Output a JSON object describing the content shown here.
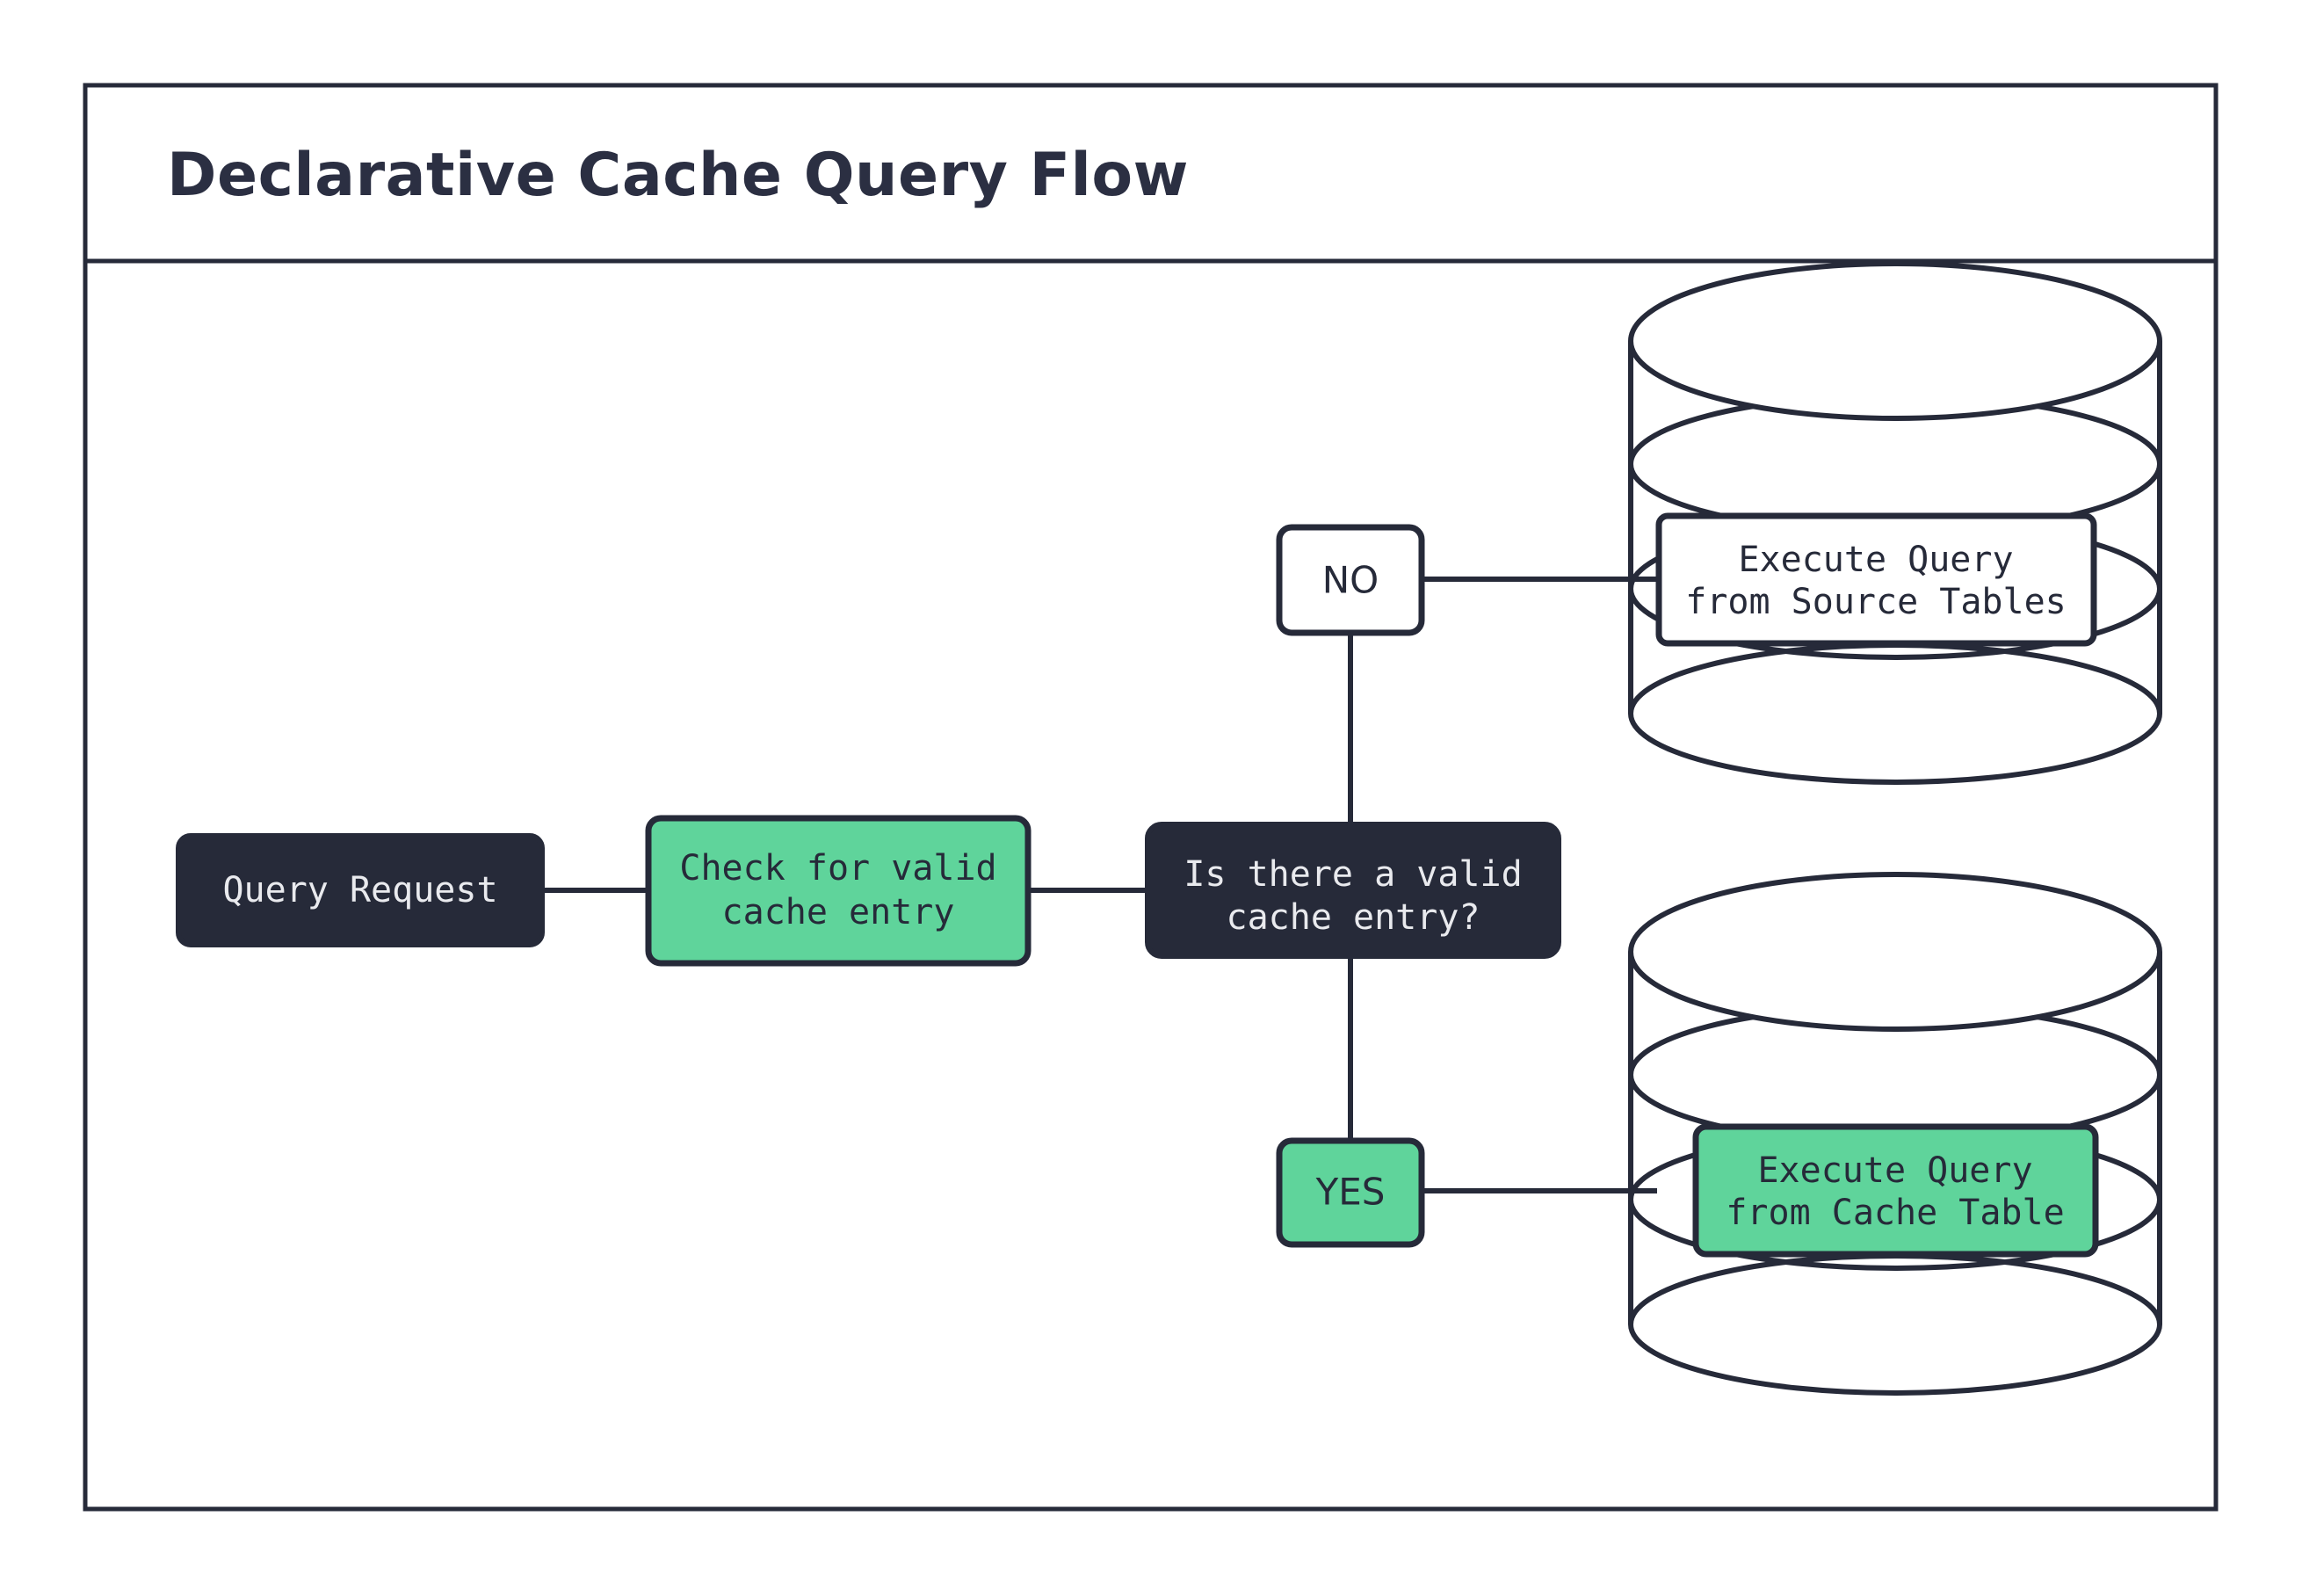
{
  "diagram": {
    "title": "Declarative Cache Query Flow",
    "background_color": "#ffffff",
    "border_color": "#262A39",
    "accent_green": "#5FD49B",
    "accent_dark": "#262A39",
    "nodes": {
      "query_request": {
        "label": "Query Request",
        "style": "dark"
      },
      "check_cache": {
        "label_line1": "Check for valid",
        "label_line2": "cache entry",
        "style": "green"
      },
      "decision": {
        "label_line1": "Is there a valid",
        "label_line2": "cache entry?",
        "style": "dark"
      },
      "branch_no": {
        "label": "NO",
        "style": "white"
      },
      "branch_yes": {
        "label": "YES",
        "style": "green"
      },
      "source_tables": {
        "label_line1": "Execute Query",
        "label_line2": "from Source Tables",
        "style": "white",
        "container": "database-cylinder"
      },
      "cache_table": {
        "label_line1": "Execute Query",
        "label_line2": "from Cache Table",
        "style": "green",
        "container": "database-cylinder"
      }
    }
  }
}
